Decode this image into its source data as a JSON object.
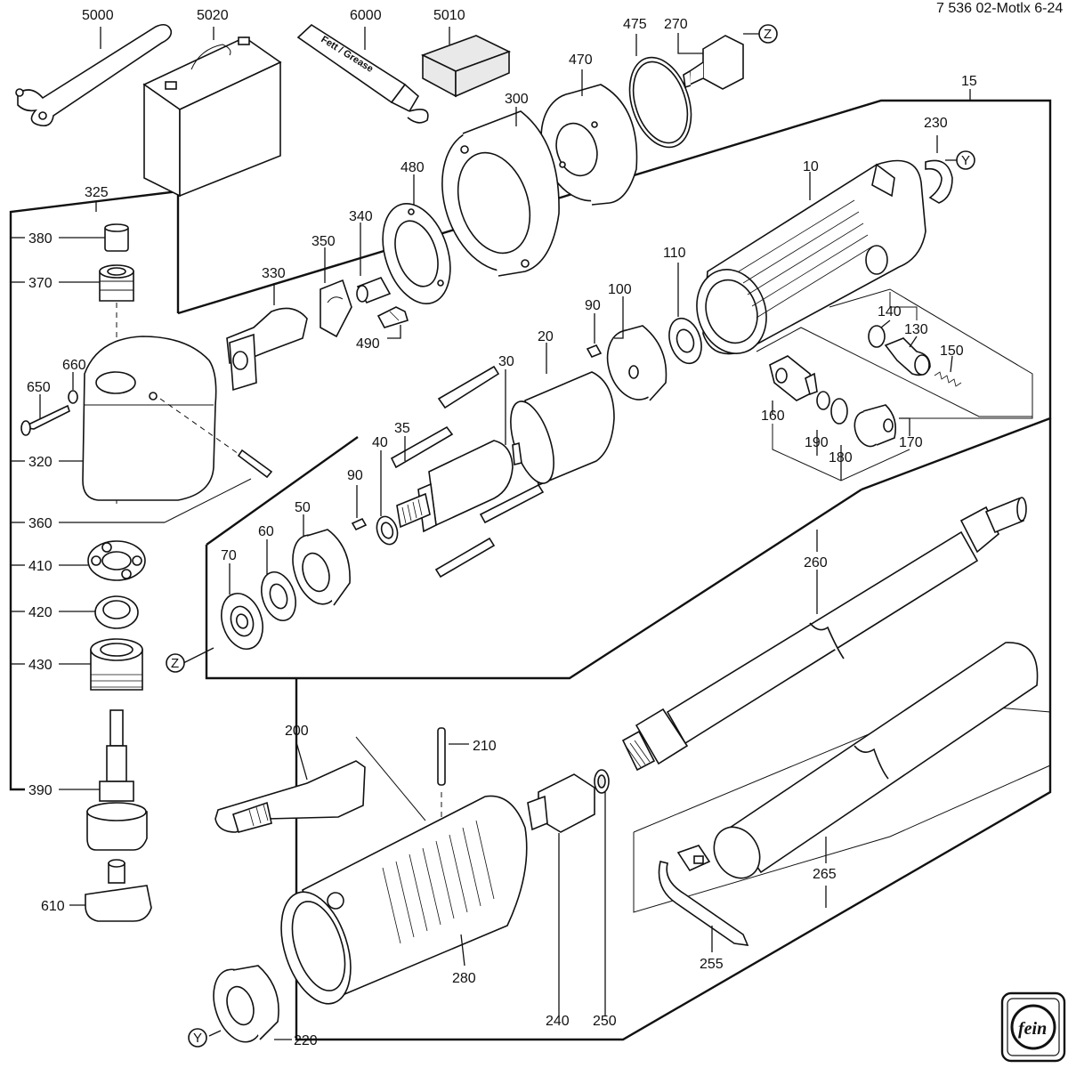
{
  "doc_ref": "7 536 02-Motlx 6-24",
  "tube_label": "Fett / Grease",
  "logo_text": "fein",
  "parts": {
    "p5000": "5000",
    "p5020": "5020",
    "p6000": "6000",
    "p5010": "5010",
    "p475": "475",
    "p270": "270",
    "p470": "470",
    "p300": "300",
    "p480": "480",
    "p340": "340",
    "p350": "350",
    "p330": "330",
    "p490": "490",
    "p15": "15",
    "p230": "230",
    "p10": "10",
    "p110": "110",
    "p100": "100",
    "p90a": "90",
    "p20": "20",
    "p30": "30",
    "p35": "35",
    "p40": "40",
    "p90b": "90",
    "p50": "50",
    "p60": "60",
    "p70": "70",
    "p140": "140",
    "p130": "130",
    "p150": "150",
    "p160": "160",
    "p190": "190",
    "p180": "180",
    "p170": "170",
    "p325": "325",
    "p380": "380",
    "p370": "370",
    "p660": "660",
    "p650": "650",
    "p320": "320",
    "p360": "360",
    "p410": "410",
    "p420": "420",
    "p430": "430",
    "p390": "390",
    "p610": "610",
    "p200": "200",
    "p210": "210",
    "p260": "260",
    "p265": "265",
    "p255": "255",
    "p280": "280",
    "p240": "240",
    "p250": "250",
    "p220": "220"
  },
  "refs": {
    "Z": "Z",
    "Y": "Y"
  }
}
